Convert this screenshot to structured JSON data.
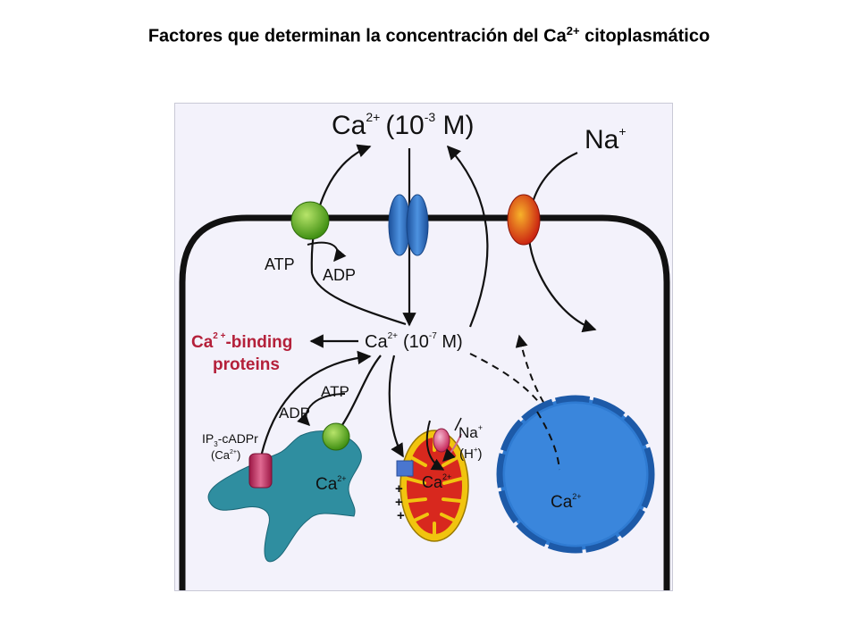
{
  "title": {
    "text": "Factores que determinan la concentración del Ca",
    "superscript": "2+",
    "suffix": " citoplasmático"
  },
  "labels": {
    "ca_extracellular": "Ca",
    "ca_extracellular_charge": "2+",
    "ca_extracellular_conc_open": "(10",
    "ca_extracellular_conc_exp": "-3",
    "ca_extracellular_conc_close": " M)",
    "na_ion": "Na",
    "na_charge": "+",
    "atp_top": "ATP",
    "adp_top": "ADP",
    "ca_cyto": "Ca",
    "ca_cyto_charge": "2+",
    "ca_cyto_conc_open": "(10",
    "ca_cyto_conc_exp": "-7",
    "ca_cyto_conc_close": " M)",
    "binding_proteins_line1_a": "Ca",
    "binding_proteins_line1_sup": "2 +",
    "binding_proteins_line1_b": "-binding",
    "binding_proteins_line2": "proteins",
    "atp_er": "ATP",
    "adp_er": "ADP",
    "ip3_a": "IP",
    "ip3_sub": "3",
    "ip3_b": "-cADPr",
    "ip3_ca_open": "(Ca",
    "ip3_ca_sup": "2+",
    "ip3_ca_close": ")",
    "ca_er": "Ca",
    "ca_er_charge": "2+",
    "na_mito": "Na",
    "na_mito_charge": "+",
    "h_mito_open": "(H",
    "h_mito_charge": "+",
    "h_mito_close": ")",
    "ca_mito": "Ca",
    "ca_mito_charge": "2+",
    "plus_signs": "+",
    "ca_nucleus": "Ca",
    "ca_nucleus_charge": "2+"
  },
  "colors": {
    "panel_bg": "#f3f2fb",
    "membrane": "#111111",
    "pump_green": "#5faf1e",
    "channel_blue": "#2f72c4",
    "exchanger_red": "#e0321a",
    "er_teal": "#2f8ea0",
    "ip3_receptor": "#c8285a",
    "mito_red": "#d8281e",
    "mito_yellow": "#f1c40f",
    "uniporter_blue": "#4a76cf",
    "nucleus_blue": "#2f7bd2",
    "nucleus_rim": "#1d5aa8",
    "binding_text": "#b4203a"
  }
}
